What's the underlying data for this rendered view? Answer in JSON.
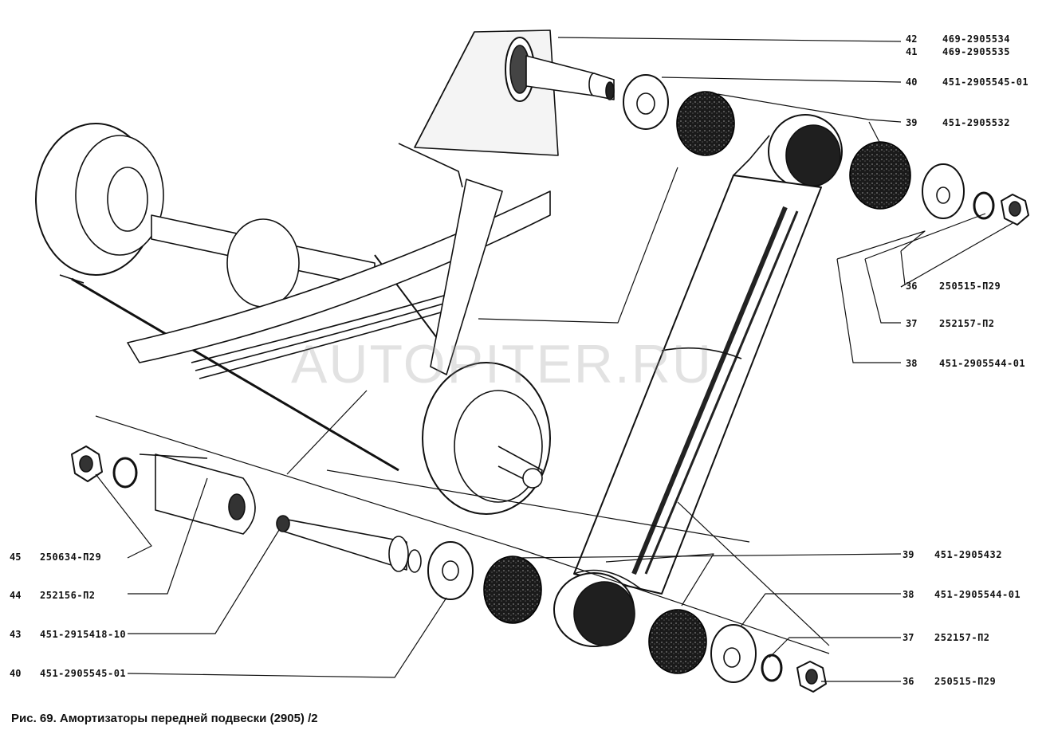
{
  "watermark": "AUTOPITER.RU",
  "caption": "Рис. 69. Амортизаторы передней подвески (2905) /2",
  "top_callouts": [
    {
      "num": "42",
      "part": "469-2905534"
    },
    {
      "num": "41",
      "part": "469-2905535"
    },
    {
      "num": "40",
      "part": "451-2905545-01"
    },
    {
      "num": "39",
      "part": "451-2905532"
    },
    {
      "num": "36",
      "part": "250515-П29"
    },
    {
      "num": "37",
      "part": "252157-П2"
    },
    {
      "num": "38",
      "part": "451-2905544-01"
    }
  ],
  "left_callouts": [
    {
      "num": "45",
      "part": "250634-П29"
    },
    {
      "num": "44",
      "part": "252156-П2"
    },
    {
      "num": "43",
      "part": "451-2915418-10"
    },
    {
      "num": "40",
      "part": "451-2905545-01"
    }
  ],
  "bottom_right_callouts": [
    {
      "num": "39",
      "part": "451-2905432"
    },
    {
      "num": "38",
      "part": "451-2905544-01"
    },
    {
      "num": "37",
      "part": "252157-П2"
    },
    {
      "num": "36",
      "part": "250515-П29"
    }
  ]
}
